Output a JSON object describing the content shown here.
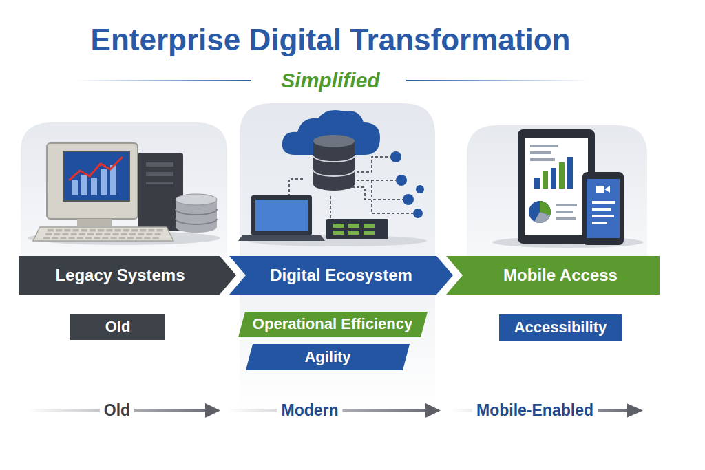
{
  "diagram": {
    "title": "Enterprise Digital Transformation",
    "nodes": [
      {
        "text": [
          "Legacy Systems"
        ]
      },
      {
        "text": [
          "Digital Ecosystem"
        ]
      },
      {
        "text": [
          "Mobile Access"
        ]
      },
      {
        "text": [
          "Old"
        ]
      },
      {
        "text": [
          "Operational Efficiency"
        ]
      },
      {
        "text": [
          "Agility"
        ]
      },
      {
        "text": [
          "Accessibility"
        ]
      }
    ],
    "labels": [
      "Simplified",
      "Old",
      "Modern",
      "Mobile-Enabled"
    ]
  }
}
